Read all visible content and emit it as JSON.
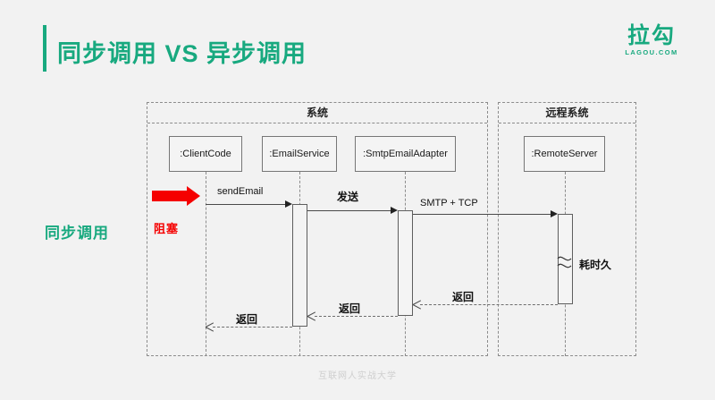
{
  "slide": {
    "title": "同步调用 VS 异步调用",
    "accent_color": "#18a97f",
    "background_color": "#f2f2f2",
    "side_label": "同步调用",
    "footer": "互联网人实战大学"
  },
  "logo": {
    "name_cn": "拉勾",
    "name_en": "LAGOU.COM"
  },
  "diagram": {
    "type": "uml-sequence",
    "packages": [
      {
        "id": "system",
        "label": "系统"
      },
      {
        "id": "remote",
        "label": "远程系统"
      }
    ],
    "participants": [
      {
        "id": "client",
        "label": ":ClientCode",
        "package": "system"
      },
      {
        "id": "email",
        "label": ":EmailService",
        "package": "system"
      },
      {
        "id": "adapter",
        "label": ":SmtpEmailAdapter",
        "package": "system"
      },
      {
        "id": "remote",
        "label": ":RemoteServer",
        "package": "remote"
      }
    ],
    "messages": [
      {
        "id": "m1",
        "label": "sendEmail",
        "from": "client",
        "to": "email",
        "style": "solid",
        "direction": "right"
      },
      {
        "id": "m2",
        "label": "发送",
        "from": "email",
        "to": "adapter",
        "style": "solid",
        "direction": "right"
      },
      {
        "id": "m3",
        "label": "SMTP + TCP",
        "from": "adapter",
        "to": "remote",
        "style": "solid",
        "direction": "right"
      },
      {
        "id": "m4",
        "label": "返回",
        "from": "remote",
        "to": "adapter",
        "style": "dashed",
        "direction": "left"
      },
      {
        "id": "m5",
        "label": "返回",
        "from": "adapter",
        "to": "email",
        "style": "dashed",
        "direction": "left"
      },
      {
        "id": "m6",
        "label": "返回",
        "from": "email",
        "to": "client",
        "style": "dashed",
        "direction": "left"
      }
    ],
    "annotations": [
      {
        "id": "blocking",
        "label": "阻塞",
        "color": "#f50000",
        "kind": "red-arrow"
      },
      {
        "id": "slow",
        "label": "耗时久",
        "color": "#111111",
        "kind": "duration-break"
      }
    ]
  }
}
